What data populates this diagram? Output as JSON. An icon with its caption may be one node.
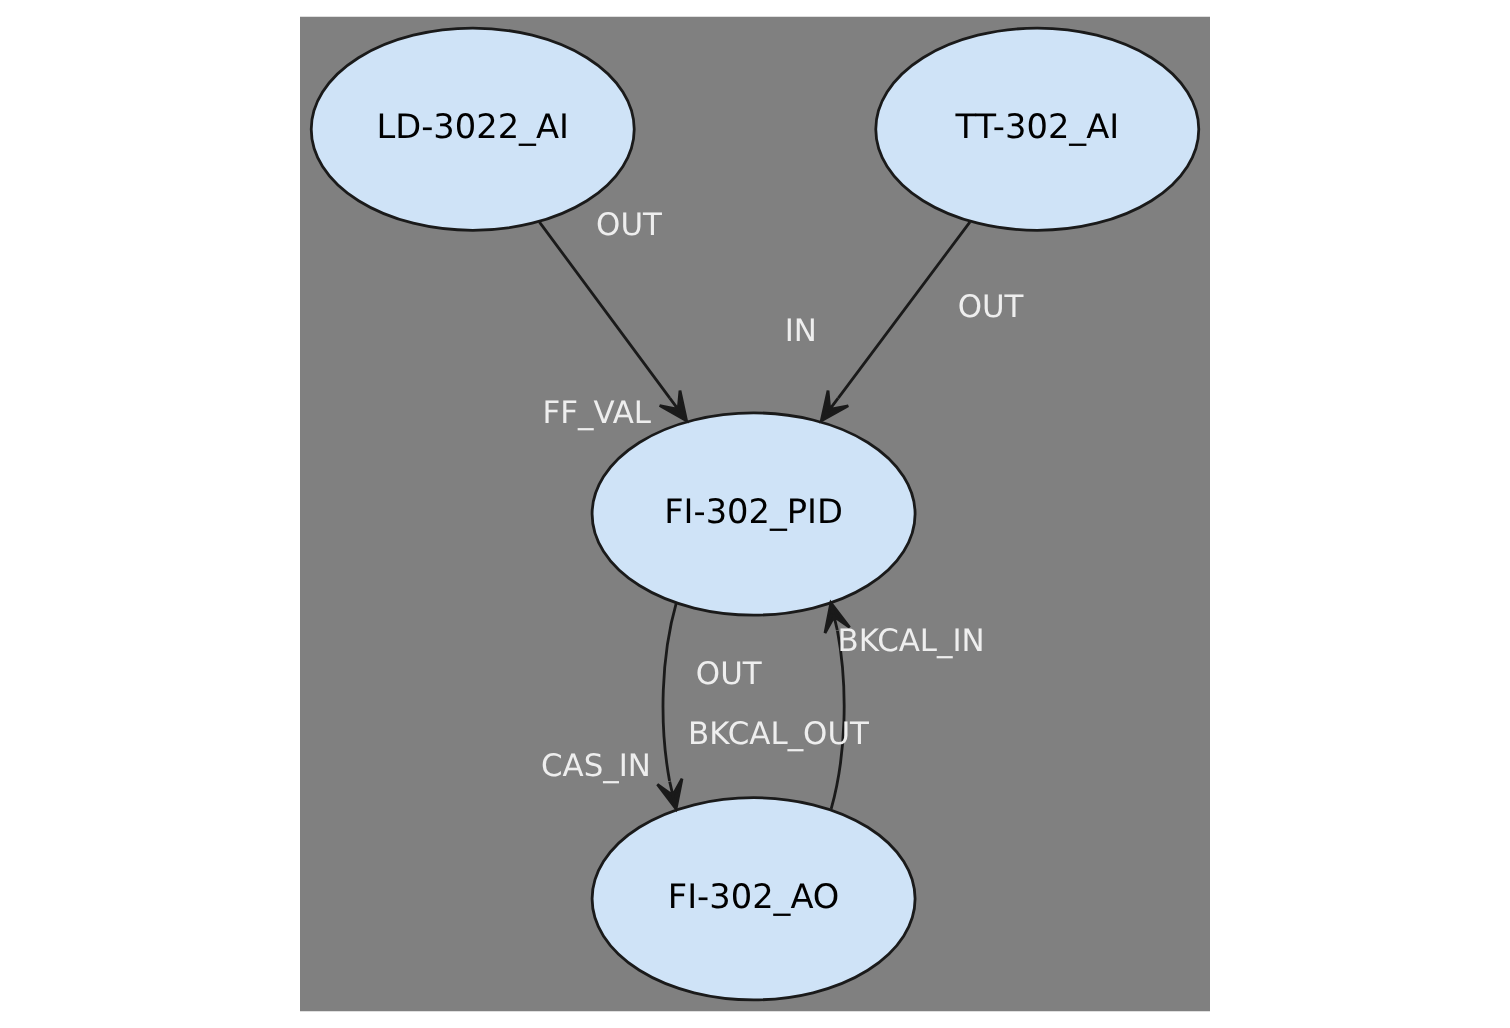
{
  "diagram": {
    "nodes": [
      {
        "text": [
          "LD-3022_AI"
        ]
      },
      {
        "text": [
          "TT-302_AI"
        ]
      },
      {
        "text": [
          "FI-302_PID"
        ]
      },
      {
        "text": [
          "FI-302_AO"
        ]
      }
    ],
    "edges": [
      {
        "from": 0,
        "to": 2,
        "arrow": "to"
      },
      {
        "from": 1,
        "to": 2,
        "arrow": "to"
      },
      {
        "from": 2,
        "to": 3,
        "arrow": "to"
      },
      {
        "from": 3,
        "to": 2,
        "arrow": "to"
      }
    ],
    "labels": [
      "OUT",
      "OUT",
      "IN",
      "FF_VAL",
      "BKCAL_IN",
      "OUT",
      "CAS_IN",
      "BKCAL_OUT"
    ]
  }
}
